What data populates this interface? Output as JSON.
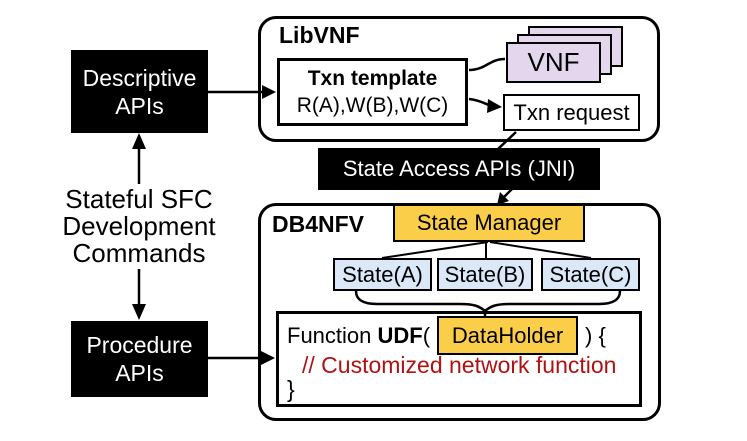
{
  "diagram": {
    "commands": {
      "lines": [
        "Stateful SFC",
        "Development",
        "Commands"
      ]
    },
    "descriptive_apis": {
      "lines": [
        "Descriptive",
        "APIs"
      ]
    },
    "procedure_apis": {
      "lines": [
        "Procedure",
        "APIs"
      ]
    },
    "libvnf": {
      "title": "LibVNF",
      "txn_template": {
        "title": "Txn template",
        "ops": "R(A),W(B),W(C)"
      },
      "vnf": "VNF",
      "txn_request": "Txn request"
    },
    "state_access_bar": "State Access APIs (JNI)",
    "db4nfv": {
      "title": "DB4NFV",
      "state_manager": "State Manager",
      "states": [
        "State(A)",
        "State(B)",
        "State(C)"
      ],
      "udf": {
        "keyword": "Function ",
        "name": "UDF",
        "open_paren": "(",
        "dataholder": "DataHolder",
        "close_paren": ") {",
        "comment": "// Customized network function",
        "brace": "}"
      }
    },
    "colors": {
      "highlight_yellow": "#FBCE4A",
      "state_blue": "#DAE8F8",
      "vnf_lavender": "#E4D7ED",
      "comment_red": "#B01212",
      "api_black": "#000000"
    }
  }
}
